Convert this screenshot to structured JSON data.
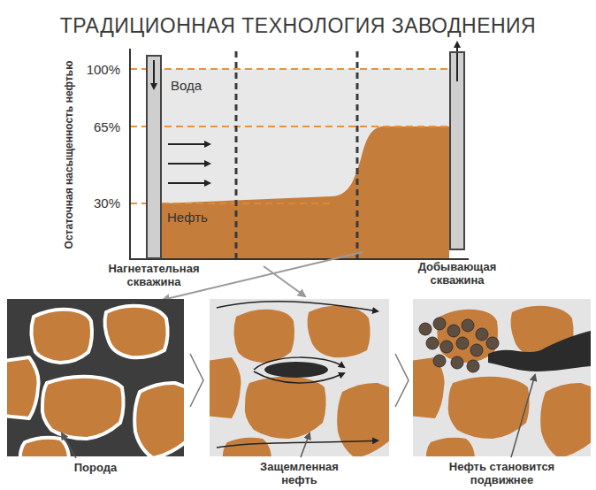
{
  "diagram": {
    "title": "ТРАДИЦИОННАЯ ТЕХНОЛОГИЯ ЗАВОДНЕНИЯ",
    "nodes": [
      {
        "text": [
          "Нагнетательная скважина"
        ]
      },
      {
        "text": [
          "Добывающая скважина"
        ]
      },
      {
        "text": [
          "Порода"
        ]
      },
      {
        "text": [
          "Защемленная нефть"
        ]
      },
      {
        "text": [
          "Нефть становится подвижнее"
        ]
      }
    ],
    "labels": [
      "Остаточная насыщенность нефтью",
      "100%",
      "65%",
      "30%",
      "Вода",
      "Нефть"
    ]
  }
}
